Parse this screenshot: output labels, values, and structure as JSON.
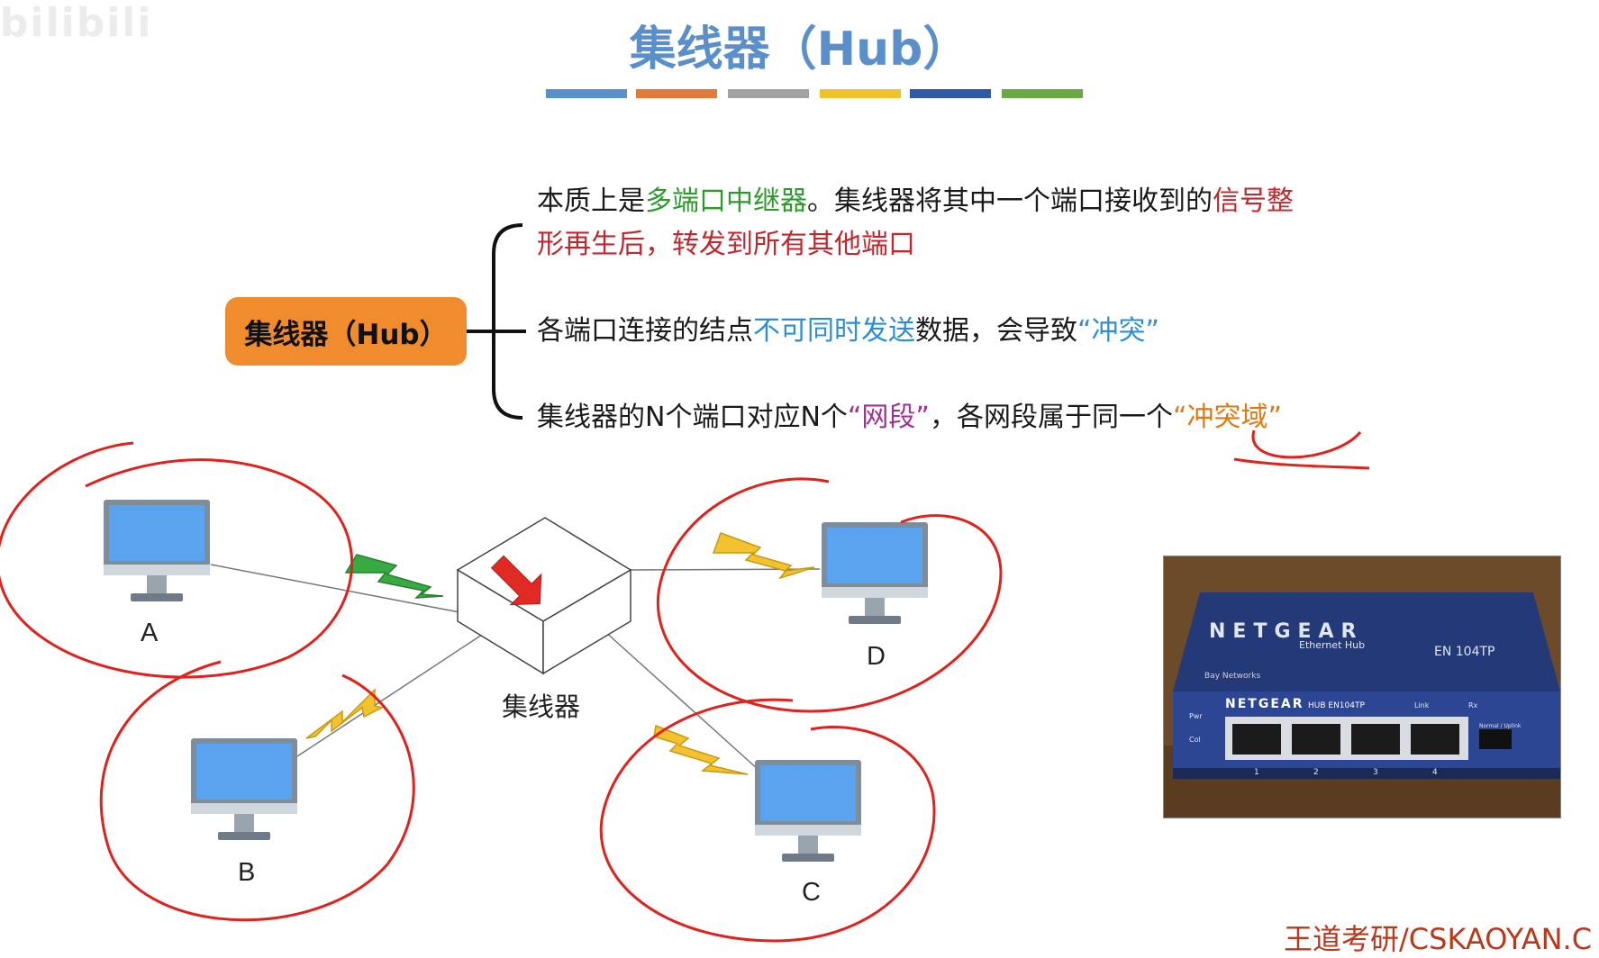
{
  "watermark": "bilibili",
  "title": "集线器（Hub）",
  "color_bars": [
    "#5b8fc9",
    "#e07b39",
    "#a3a3a3",
    "#f2c22e",
    "#2e5aa8",
    "#6aa844"
  ],
  "mindmap": {
    "node": "集线器（Hub）",
    "branches": [
      {
        "line1": [
          {
            "text": "本质上是",
            "color": "black"
          },
          {
            "text": "多端口中继器",
            "color": "green"
          },
          {
            "text": "。集线器将其中一个端口接收到的",
            "color": "black"
          },
          {
            "text": "信号整",
            "color": "red"
          }
        ],
        "line2": [
          {
            "text": "形再生后，转发到所有其他端口",
            "color": "red"
          }
        ]
      },
      {
        "line1": [
          {
            "text": "各端口连接的结点",
            "color": "black"
          },
          {
            "text": "不可同时发送",
            "color": "blue"
          },
          {
            "text": "数据，会导致",
            "color": "black"
          },
          {
            "text": "“冲突”",
            "color": "blue"
          }
        ]
      },
      {
        "line1": [
          {
            "text": "集线器的N个端口对应N个",
            "color": "black"
          },
          {
            "text": "“网段”",
            "color": "purple"
          },
          {
            "text": "，各网段属于同一个",
            "color": "black"
          },
          {
            "text": "“冲突域”",
            "color": "orange"
          }
        ]
      }
    ]
  },
  "diagram": {
    "hub_label": "集线器",
    "computers": [
      "A",
      "B",
      "C",
      "D"
    ]
  },
  "photo": {
    "brand": "NETGEAR",
    "product": "Ethernet Hub",
    "model": "EN 104TP",
    "model_small": "HUB EN104TP",
    "maker": "Bay Networks",
    "labels": [
      "Pwr",
      "Col",
      "Link",
      "Rx",
      "Normal / Uplink"
    ],
    "ports": [
      "1",
      "2",
      "3",
      "4"
    ]
  },
  "footer": "王道考研/CSKAOYAN.C"
}
